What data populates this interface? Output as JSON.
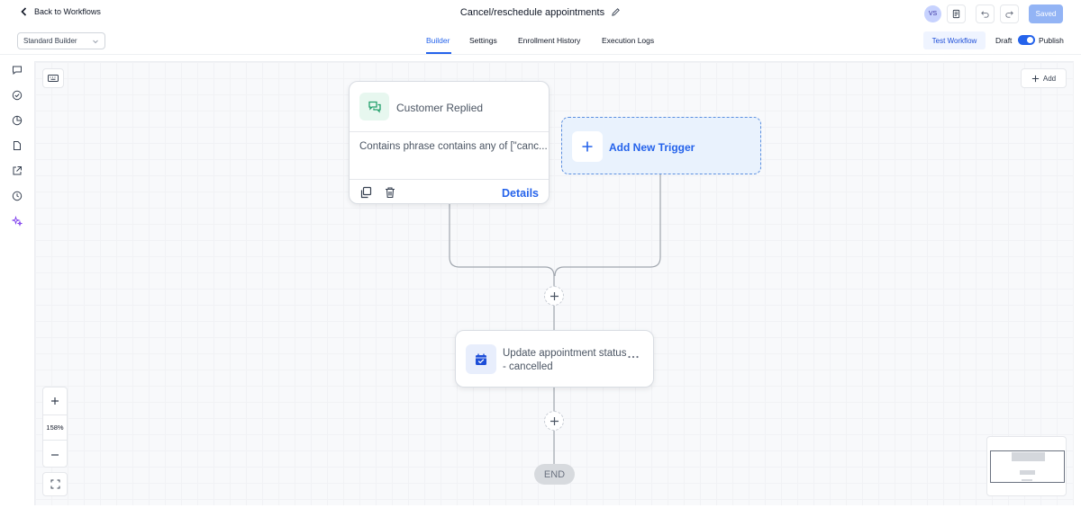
{
  "header": {
    "back_label": "Back to Workflows",
    "title": "Cancel/reschedule appointments",
    "avatar_initials": "VS",
    "saved_label": "Saved"
  },
  "subbar": {
    "builder_select": "Standard Builder",
    "tabs": [
      {
        "label": "Builder",
        "active": true
      },
      {
        "label": "Settings",
        "active": false
      },
      {
        "label": "Enrollment History",
        "active": false
      },
      {
        "label": "Execution Logs",
        "active": false
      }
    ],
    "test_label": "Test Workflow",
    "draft_label": "Draft",
    "publish_label": "Publish",
    "publish_toggle_on": true
  },
  "canvas": {
    "add_label": "Add",
    "trigger": {
      "title": "Customer Replied",
      "condition": "Contains phrase contains any of [\"canc...",
      "details_label": "Details",
      "icon": "chat-bubbles-icon"
    },
    "new_trigger_label": "Add New Trigger",
    "action": {
      "title": "Update appointment status - cancelled",
      "icon": "calendar-check-icon"
    },
    "end_label": "END",
    "zoom_level": "158%"
  },
  "colors": {
    "accent": "#2563eb",
    "trigger_icon_bg": "#e7f7ef",
    "trigger_icon": "#22a06b",
    "new_trigger_bg": "#e9f2fd"
  }
}
